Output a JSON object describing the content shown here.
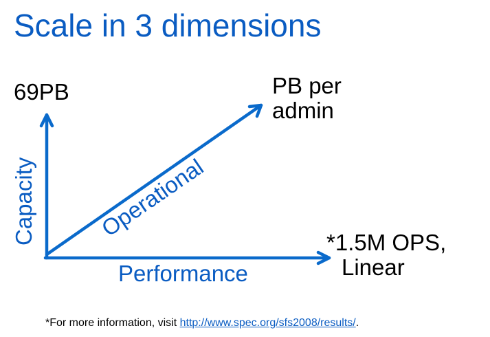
{
  "slide": {
    "title": "Scale in 3 dimensions",
    "accent_color": "#0a5cc2",
    "axes": {
      "vertical": {
        "name": "Capacity",
        "endpoint_label": "69PB"
      },
      "diagonal": {
        "name": "Operational",
        "endpoint_label_line1": "PB per",
        "endpoint_label_line2": "admin"
      },
      "horizontal": {
        "name": "Performance",
        "endpoint_label_line1": "*1.5M OPS,",
        "endpoint_label_line2": "Linear"
      }
    },
    "footnote": {
      "prefix": "*For more information, visit ",
      "link_text": "http://www.spec.org/sfs2008/results/",
      "suffix": "."
    }
  }
}
